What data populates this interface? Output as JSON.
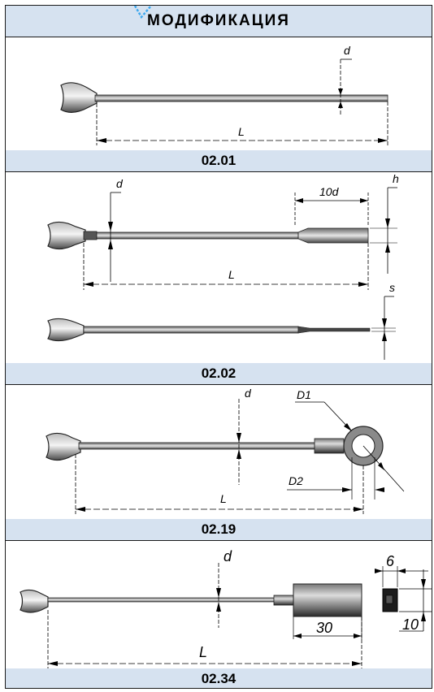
{
  "header": {
    "title": "МОДИФИКАЦИЯ"
  },
  "sections": [
    {
      "code": "02.01",
      "dims": {
        "d": "d",
        "L": "L"
      }
    },
    {
      "code": "02.02",
      "dims": {
        "d": "d",
        "tip": "10d",
        "h": "h",
        "L": "L",
        "s": "s"
      }
    },
    {
      "code": "02.19",
      "dims": {
        "d": "d",
        "D1": "D1",
        "D2": "D2",
        "L": "L"
      }
    },
    {
      "code": "02.34",
      "dims": {
        "d": "d",
        "L": "L",
        "len": "30",
        "w": "6",
        "h": "10"
      }
    }
  ],
  "colors": {
    "bar": "#d6e2f0",
    "line": "#1a1a1a",
    "logo": "#3ea8ee"
  }
}
